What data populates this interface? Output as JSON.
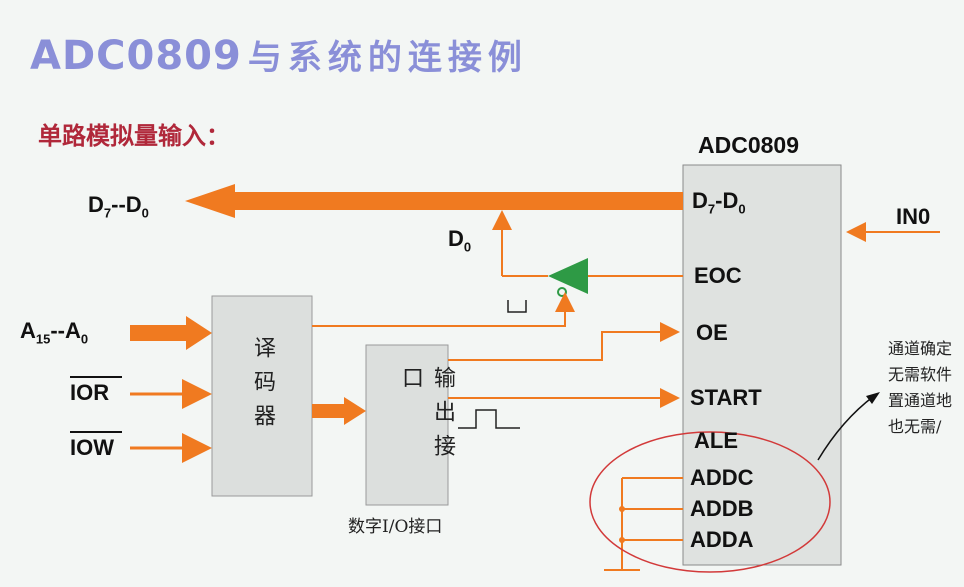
{
  "title": {
    "latin": "ADC0809",
    "cjk": "与系统的连接例"
  },
  "subtitle": "单路模拟量输入：",
  "chip": {
    "name": "ADC0809",
    "pins": {
      "data": "D",
      "data_sub1": "7",
      "data_mid": "-D",
      "data_sub2": "0",
      "eoc": "EOC",
      "oe": "OE",
      "start": "START",
      "ale": "ALE",
      "addc": "ADDC",
      "addb": "ADDB",
      "adda": "ADDA"
    }
  },
  "signals": {
    "data_bus": {
      "a": "D",
      "a_sub": "7",
      "mid": "--D",
      "b_sub": "0"
    },
    "d0": {
      "a": "D",
      "a_sub": "0"
    },
    "addr": {
      "a": "A",
      "a_sub": "15",
      "mid": "--A",
      "b_sub": "0"
    },
    "ior": "IOR",
    "iow": "IOW",
    "in0": "IN0"
  },
  "decoder_label": "译码器",
  "output_port_label": "输出接口",
  "digital_io_caption": "数字I/O接口",
  "note_text": "通道确定\n无需软件\n置通道地\n也无需/"
}
